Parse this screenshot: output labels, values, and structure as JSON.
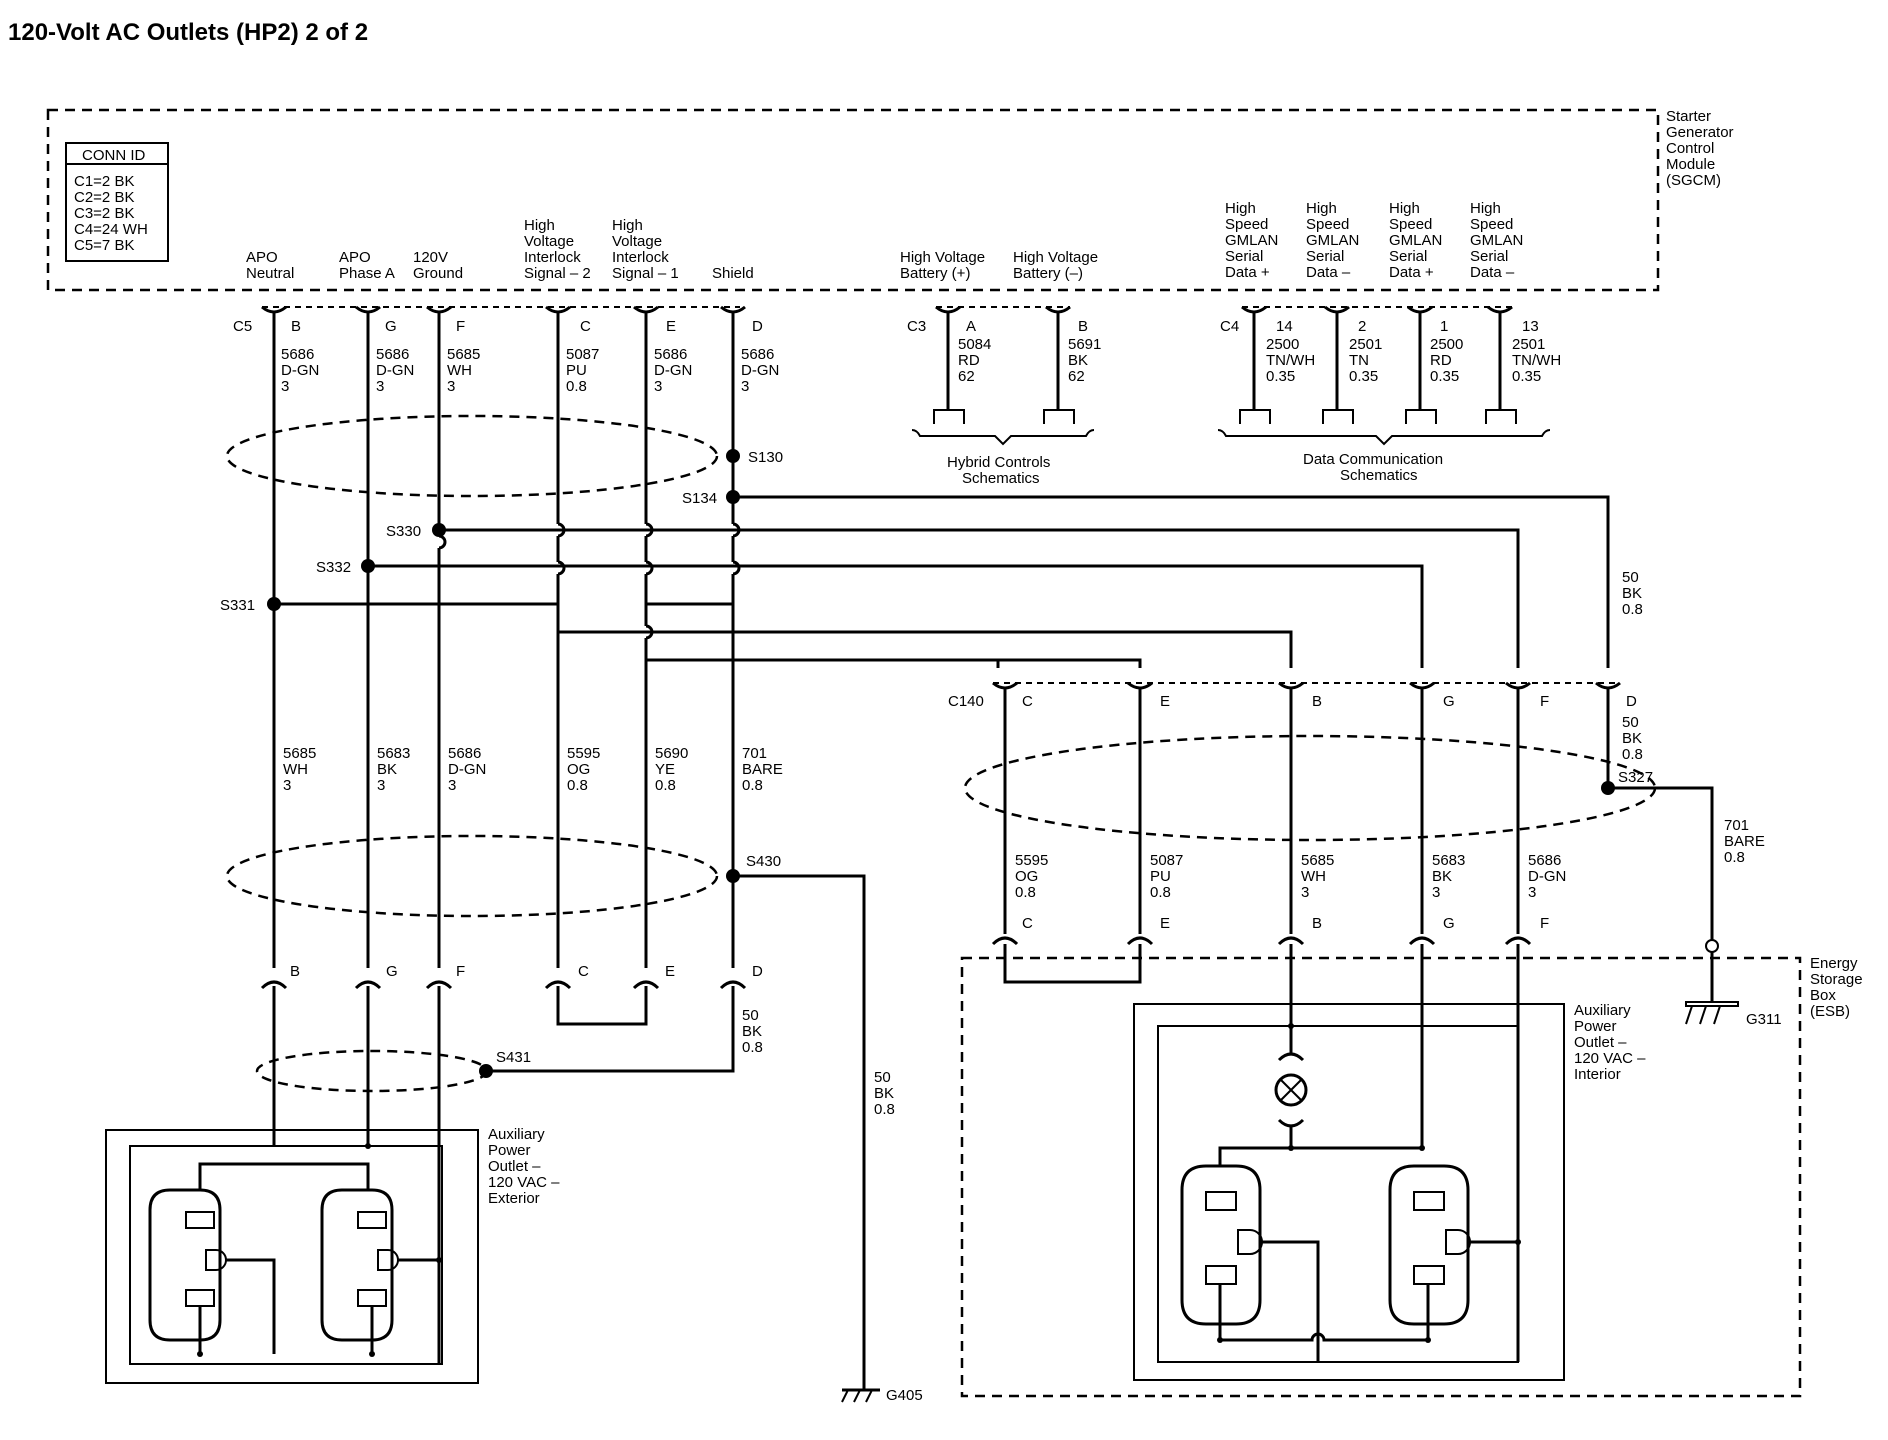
{
  "title": "120-Volt AC Outlets (HP2) 2 of 2",
  "module": {
    "name": [
      "Starter",
      "Generator",
      "Control",
      "Module",
      "(SGCM)"
    ],
    "conn_id": {
      "header": "CONN ID",
      "lines": [
        "C1=2 BK",
        "C2=2 BK",
        "C3=2 BK",
        "C4=24 WH",
        "C5=7 BK"
      ]
    }
  },
  "c5": {
    "connector": "C5",
    "pins": [
      {
        "name": [
          "APO",
          "Neutral"
        ],
        "pin": "B",
        "wire": [
          "5686",
          "D-GN",
          "3"
        ]
      },
      {
        "name": [
          "APO",
          "Phase A"
        ],
        "pin": "G",
        "wire": [
          "5686",
          "D-GN",
          "3"
        ]
      },
      {
        "name": [
          "120V",
          "Ground"
        ],
        "pin": "F",
        "wire": [
          "5685",
          "WH",
          "3"
        ]
      },
      {
        "name": [
          "High",
          "Voltage",
          "Interlock",
          "Signal – 2"
        ],
        "pin": "C",
        "wire": [
          "5087",
          "PU",
          "0.8"
        ]
      },
      {
        "name": [
          "High",
          "Voltage",
          "Interlock",
          "Signal – 1"
        ],
        "pin": "E",
        "wire": [
          "5686",
          "D-GN",
          "3"
        ]
      },
      {
        "name": [
          "Shield"
        ],
        "pin": "D",
        "wire": [
          "5686",
          "D-GN",
          "3"
        ]
      }
    ]
  },
  "c3": {
    "connector": "C3",
    "pins": [
      {
        "name": [
          "High Voltage",
          "Battery (+)"
        ],
        "pin": "A",
        "wire": [
          "5084",
          "RD",
          "62"
        ]
      },
      {
        "name": [
          "High Voltage",
          "Battery (–)"
        ],
        "pin": "B",
        "wire": [
          "5691",
          "BK",
          "62"
        ]
      }
    ],
    "ref": [
      "Hybrid Controls",
      "Schematics"
    ]
  },
  "c4": {
    "connector": "C4",
    "pins": [
      {
        "name": [
          "High",
          "Speed",
          "GMLAN",
          "Serial",
          "Data +"
        ],
        "pin": "14",
        "wire": [
          "2500",
          "TN/WH",
          "0.35"
        ]
      },
      {
        "name": [
          "High",
          "Speed",
          "GMLAN",
          "Serial",
          "Data –"
        ],
        "pin": "2",
        "wire": [
          "2501",
          "TN",
          "0.35"
        ]
      },
      {
        "name": [
          "High",
          "Speed",
          "GMLAN",
          "Serial",
          "Data +"
        ],
        "pin": "1",
        "wire": [
          "2500",
          "RD",
          "0.35"
        ]
      },
      {
        "name": [
          "High",
          "Speed",
          "GMLAN",
          "Serial",
          "Data –"
        ],
        "pin": "13",
        "wire": [
          "2501",
          "TN/WH",
          "0.35"
        ]
      }
    ],
    "ref": [
      "Data Communication",
      "Schematics"
    ]
  },
  "splices": [
    "S130",
    "S134",
    "S330",
    "S332",
    "S331",
    "S327",
    "S430",
    "S431"
  ],
  "left_lower_wires": [
    [
      "5685",
      "WH",
      "3"
    ],
    [
      "5683",
      "BK",
      "3"
    ],
    [
      "5686",
      "D-GN",
      "3"
    ],
    [
      "5595",
      "OG",
      "0.8"
    ],
    [
      "5690",
      "YE",
      "0.8"
    ],
    [
      "701",
      "BARE",
      "0.8"
    ]
  ],
  "ground_wires": {
    "s134": [
      "50",
      "BK",
      "0.8"
    ],
    "c140d": [
      "50",
      "BK",
      "0.8"
    ],
    "s327": [
      "701",
      "BARE",
      "0.8"
    ],
    "g405": [
      "50",
      "BK",
      "0.8"
    ],
    "s431": [
      "50",
      "BK",
      "0.8"
    ]
  },
  "c140": {
    "connector": "C140",
    "pins": [
      "C",
      "E",
      "B",
      "G",
      "F",
      "D"
    ],
    "lower_wires": [
      [
        "5595",
        "OG",
        "0.8"
      ],
      [
        "5087",
        "PU",
        "0.8"
      ],
      [
        "5685",
        "WH",
        "3"
      ],
      [
        "5683",
        "BK",
        "3"
      ],
      [
        "5686",
        "D-GN",
        "3"
      ]
    ],
    "lower_pins": [
      "C",
      "E",
      "B",
      "G",
      "F"
    ]
  },
  "ext_outlet_pins": [
    "B",
    "G",
    "F",
    "C",
    "E",
    "D"
  ],
  "ext_outlet": [
    "Auxiliary",
    "Power",
    "Outlet –",
    "120 VAC –",
    "Exterior"
  ],
  "int_outlet": [
    "Auxiliary",
    "Power",
    "Outlet –",
    "120 VAC –",
    "Interior"
  ],
  "esb": [
    "Energy",
    "Storage",
    "Box",
    "(ESB)"
  ],
  "grounds": [
    "G405",
    "G311"
  ]
}
